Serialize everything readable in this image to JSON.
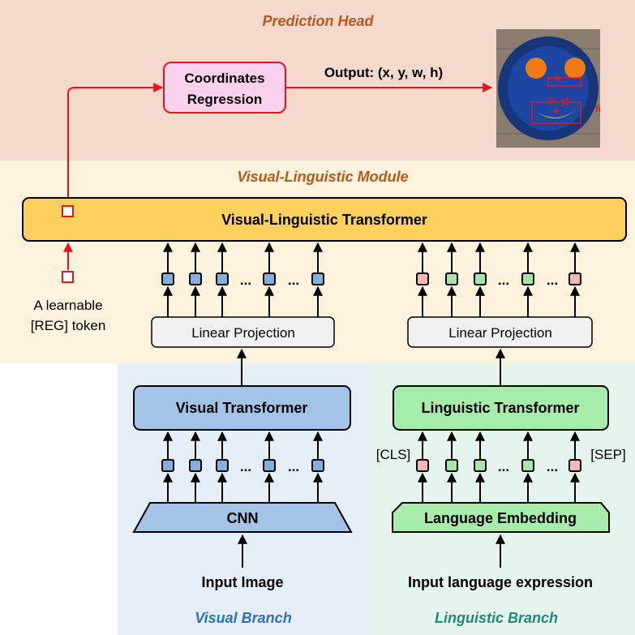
{
  "sections": {
    "prediction_head": "Prediction Head",
    "visual_linguistic_module": "Visual-Linguistic Module",
    "visual_branch": "Visual Branch",
    "linguistic_branch": "Linguistic Branch"
  },
  "blocks": {
    "coordinates_regression_line1": "Coordinates",
    "coordinates_regression_line2": "Regression",
    "output_label": "Output: (x, y, w, h)",
    "vl_transformer": "Visual-Linguistic Transformer",
    "linear_projection_visual": "Linear Projection",
    "linear_projection_linguistic": "Linear Projection",
    "visual_transformer": "Visual Transformer",
    "linguistic_transformer": "Linguistic Transformer",
    "cnn": "CNN",
    "language_embedding": "Language Embedding"
  },
  "reg_token": {
    "line1": "A learnable",
    "line2": "[REG] token"
  },
  "token_labels": {
    "cls": "[CLS]",
    "sep": "[SEP]",
    "ellipsis": "..."
  },
  "inputs": {
    "image": "Input Image",
    "language": "Input language expression"
  },
  "image_annotation": {
    "w": "w",
    "xy": "(x, y)",
    "h": "h"
  },
  "colors": {
    "prediction_bg": "#f5d9cc",
    "module_bg": "#fdf3dc",
    "visual_branch_bg": "#e6eef8",
    "linguistic_branch_bg": "#e6f5ec",
    "vl_transformer_fill": "#fbd05d",
    "coord_reg_fill": "#fad2ee",
    "red_arrow": "#e8141b",
    "blue_block": "#a3c4e6",
    "green_block": "#a6ecaa",
    "pink_token": "#f4b8b0",
    "green_token": "#a6e6a4",
    "blue_token": "#84aedd",
    "section_title_orange": "#b8581a",
    "visual_branch_title": "#2a74bb",
    "linguistic_branch_title": "#1f8a78"
  }
}
